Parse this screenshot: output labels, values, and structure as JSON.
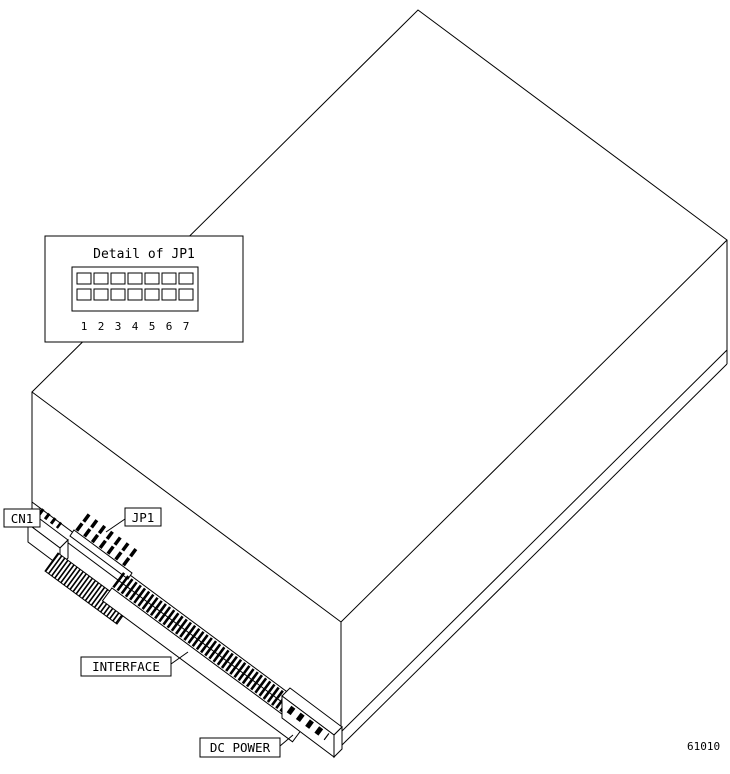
{
  "figure_number": "61010",
  "detail": {
    "title": "Detail of JP1",
    "pin_numbers": [
      "1",
      "2",
      "3",
      "4",
      "5",
      "6",
      "7"
    ],
    "rows": 2,
    "columns": 7
  },
  "callouts": {
    "cn1": {
      "label": "CN1"
    },
    "jp1": {
      "label": "JP1"
    },
    "interface": {
      "label": "INTERFACE"
    },
    "dc_power": {
      "label": "DC POWER"
    }
  },
  "colors": {
    "line": "#000000",
    "background": "#ffffff"
  }
}
